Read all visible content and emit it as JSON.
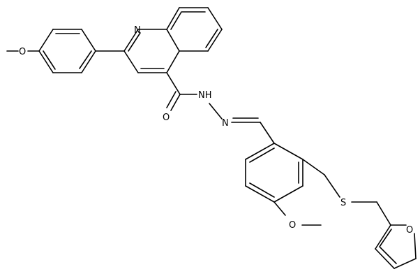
{
  "molecule": {
    "atom_labels": {
      "quinoline_n": "N",
      "methoxy_o_left": "O",
      "carbonyl_o": "O",
      "amide_nh": "NH",
      "hydrazone_n": "N",
      "methoxy_o_bottom": "O",
      "thioether_s": "S",
      "furan_o": "O"
    }
  }
}
